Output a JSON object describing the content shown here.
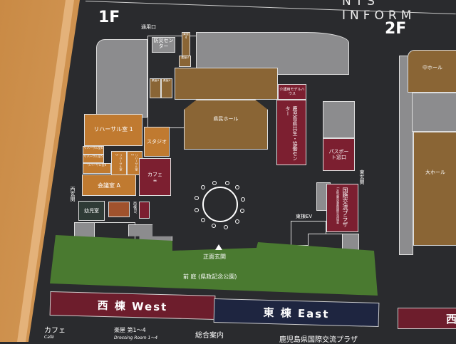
{
  "header": {
    "title_partial": "NTS INFORM"
  },
  "floor1": {
    "label": "1F",
    "service_entrance": "通用口",
    "disaster_center": "防災センター",
    "dressing_rooms": [
      "楽屋1",
      "楽屋2",
      "楽屋3",
      "楽屋4"
    ],
    "kenmin_hall": "県民ホール",
    "rehearsal_1": "リハーサル室 1",
    "rehearsal_small": [
      "リハーサル室2",
      "リハーサル室3",
      "リハーサル室4",
      "リハーサル室5",
      "リハーサル室6"
    ],
    "meeting_room_a": "会議室 A",
    "studio": "スタジオ",
    "cafe": "カフェ",
    "care_model_house": "介護用モデルハウス",
    "kyousei_center": "鹿児島県共生・協働センター",
    "passport": "パスポート窓口",
    "east_entrance": "東玄関",
    "intl_plaza": "国際交流プラザ",
    "intl_plaza_sub": "(公財)鹿児島県国際交流協会",
    "east_ev": "東棟EV",
    "west_ev": "西棟EV",
    "west_entrance": "西玄関",
    "nursery": "幼児室",
    "main_entrance": "正面玄関",
    "front_garden": "前 庭 (県政記念公園)"
  },
  "floor2": {
    "label": "2F",
    "middle_hall": "中ホール",
    "large_hall": "大ホール"
  },
  "banners": {
    "west": "西 棟 West",
    "east": "東 棟 East",
    "west2_partial": "西"
  },
  "legend": [
    {
      "ja": "カフェ",
      "en": "Café"
    },
    {
      "ja": "楽屋 第1～4",
      "en": "Dressing Room 1～4"
    },
    {
      "ja": "総合案内",
      "en": ""
    },
    {
      "ja": "鹿児島県国際交流プラザ",
      "en": ""
    }
  ],
  "colors": {
    "west": "#6d1d2c",
    "east": "#1e2540",
    "lawn": "#4a7a30",
    "hall": "#8a6535",
    "room": "#c07a30"
  }
}
